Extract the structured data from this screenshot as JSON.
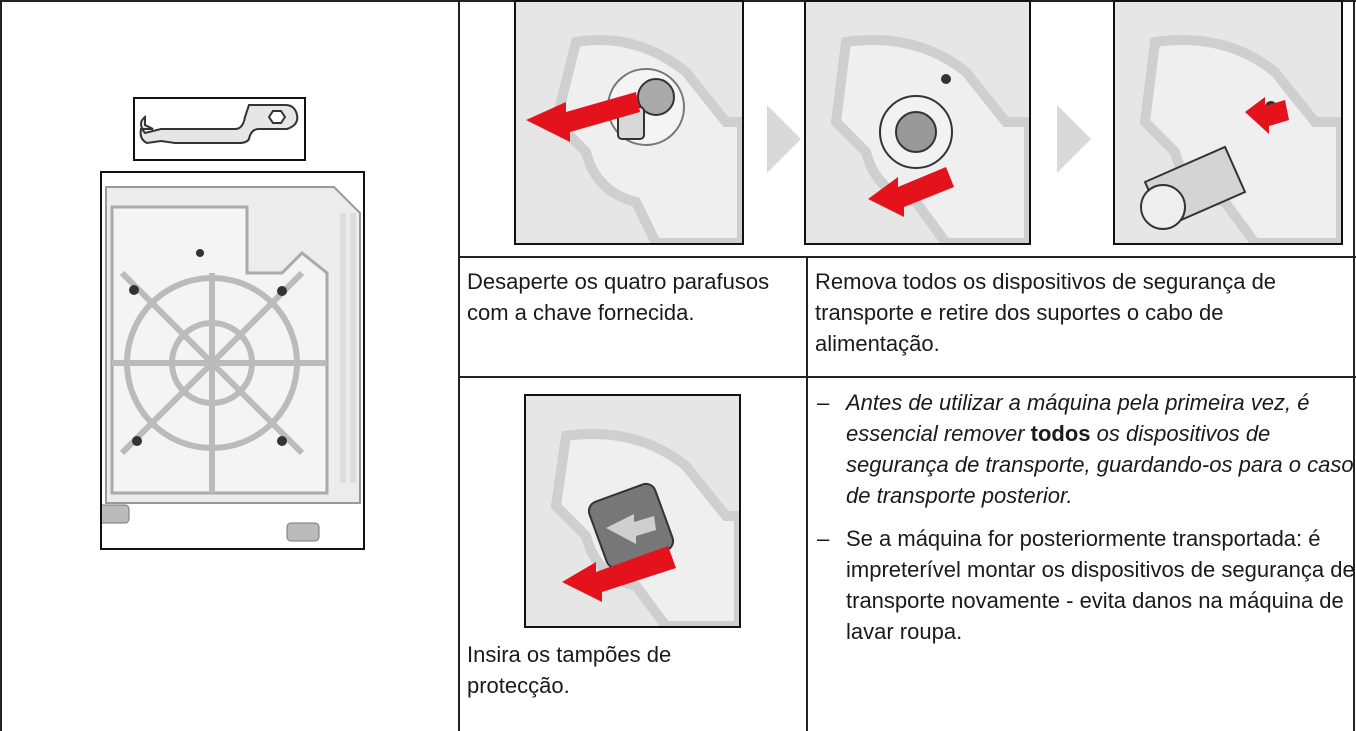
{
  "steps": {
    "unscrew": "Desaperte os quatro parafusos com a chave fornecida.",
    "remove": "Remova todos os dispositivos de segurança de transporte e retire dos suportes o cabo de alimentação.",
    "insert": "Insira os tampões de protecção."
  },
  "notes": [
    {
      "dash": "–",
      "before": "Antes de utilizar a máquina pela primeira vez, é essencial remover ",
      "bold": "todos",
      "after": " os dispositivos de segurança de transporte, guardando-os para o caso de transporte posterior."
    },
    {
      "dash": "–",
      "text": "Se a máquina for posteriormente transportada: é impreterível montar os dispositivos de segurança de transporte novamente - evita danos na máquina de lavar roupa."
    }
  ],
  "colors": {
    "arrow_red": "#e3121b",
    "panel_grey": "#e4e4e4",
    "chevron_grey": "#d9d9d9"
  },
  "icons": [
    "wrench-icon",
    "washing-machine-back-icon",
    "chevron-right-icon",
    "transport-bolt-icon",
    "protective-cap-icon"
  ]
}
